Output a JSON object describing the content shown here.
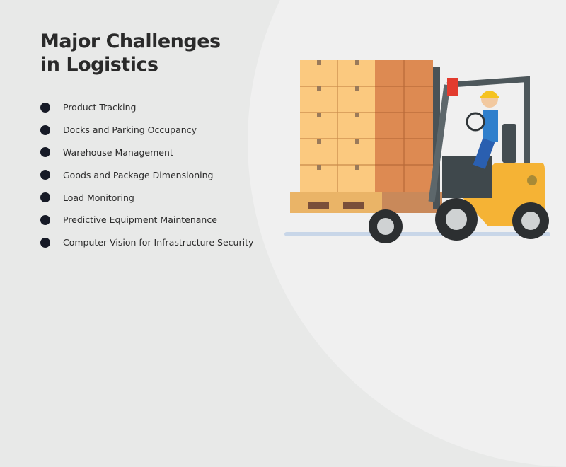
{
  "title_line1": "Major Challenges",
  "title_line2": "in Logistics",
  "items": [
    {
      "label": "Product Tracking"
    },
    {
      "label": "Docks and Parking Occupancy"
    },
    {
      "label": "Warehouse Management"
    },
    {
      "label": "Goods and Package Dimensioning"
    },
    {
      "label": "Load Monitoring"
    },
    {
      "label": "Predictive Equipment Maintenance"
    },
    {
      "label": "Computer Vision for Infrastructure Security"
    }
  ],
  "colors": {
    "background": "#e8e9e8",
    "circle": "#f0f0f0",
    "bullet": "#161a26",
    "box_light": "#fbc97f",
    "box_dark": "#dd8a52",
    "forklift": "#f5b335"
  },
  "illustration": "forklift-with-boxes"
}
